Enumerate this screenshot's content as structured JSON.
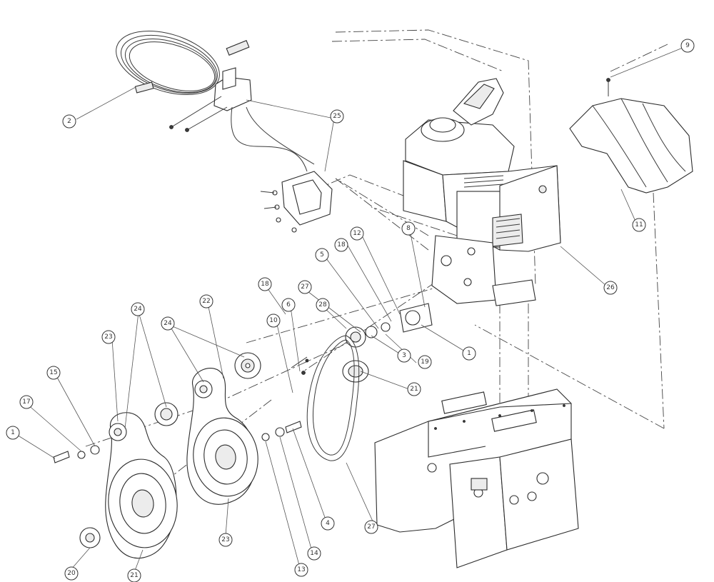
{
  "diagram": {
    "callouts": [
      {
        "id": "c2",
        "label": "2"
      },
      {
        "id": "c25",
        "label": "25"
      },
      {
        "id": "c9",
        "label": "9"
      },
      {
        "id": "c11",
        "label": "11"
      },
      {
        "id": "c26",
        "label": "26"
      },
      {
        "id": "c12",
        "label": "12"
      },
      {
        "id": "c8a",
        "label": "8"
      },
      {
        "id": "c18a",
        "label": "18"
      },
      {
        "id": "c5",
        "label": "5"
      },
      {
        "id": "c18b",
        "label": "18"
      },
      {
        "id": "c27a",
        "label": "27"
      },
      {
        "id": "c28",
        "label": "28"
      },
      {
        "id": "c6",
        "label": "6"
      },
      {
        "id": "c10",
        "label": "10"
      },
      {
        "id": "c1a",
        "label": "1"
      },
      {
        "id": "c19",
        "label": "19"
      },
      {
        "id": "c3",
        "label": "3"
      },
      {
        "id": "c21",
        "label": "21"
      },
      {
        "id": "c24a",
        "label": "24"
      },
      {
        "id": "c22",
        "label": "22"
      },
      {
        "id": "c24b",
        "label": "24"
      },
      {
        "id": "c23a",
        "label": "23"
      },
      {
        "id": "c15",
        "label": "15"
      },
      {
        "id": "c17",
        "label": "17"
      },
      {
        "id": "c1b",
        "label": "1"
      },
      {
        "id": "c4",
        "label": "4"
      },
      {
        "id": "c14",
        "label": "14"
      },
      {
        "id": "c13",
        "label": "13"
      },
      {
        "id": "c23b",
        "label": "23"
      },
      {
        "id": "c27b",
        "label": "27"
      },
      {
        "id": "c20",
        "label": "20"
      },
      {
        "id": "c21b",
        "label": "21"
      }
    ]
  }
}
